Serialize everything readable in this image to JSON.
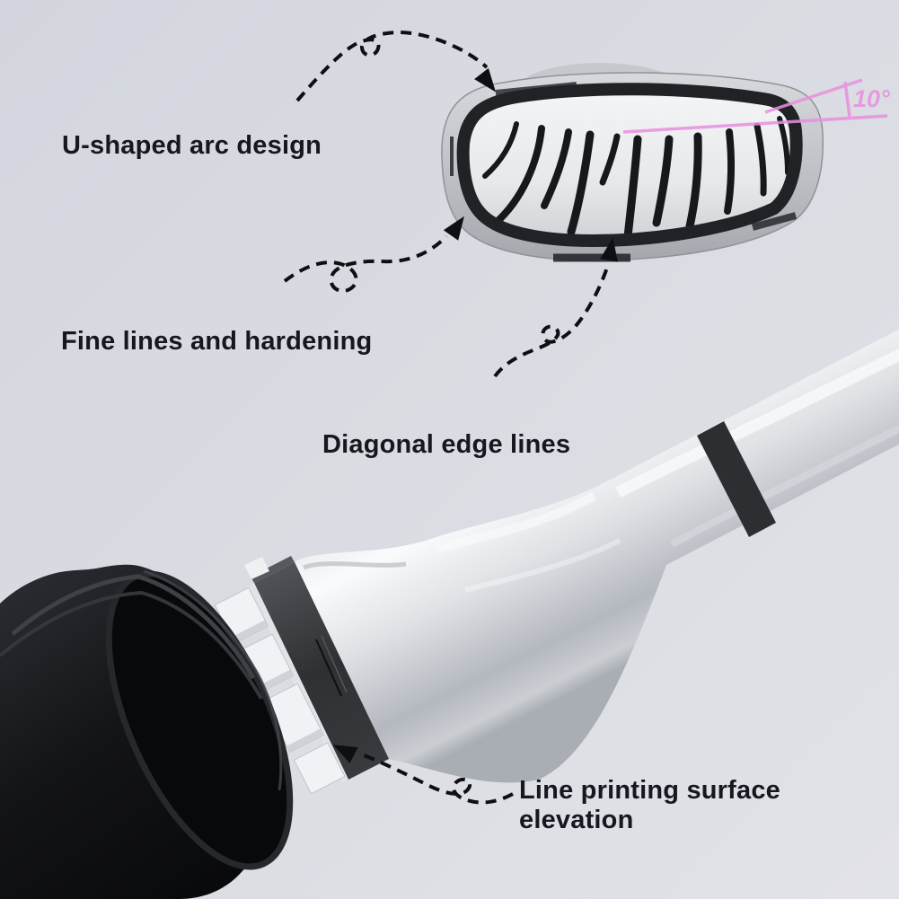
{
  "labels": {
    "u_shaped": "U-shaped arc design",
    "fine_lines": "Fine lines and hardening",
    "diagonal": "Diagonal edge lines",
    "printing_line1": "Line printing surface",
    "printing_line2": "elevation"
  },
  "annotation": {
    "angle": "10°",
    "color": "#e98fdf"
  },
  "style": {
    "label_color": "#16171f",
    "arrow_color": "#0e0f12",
    "background_top": "#d3d6de",
    "background_bottom": "#e2e3e8",
    "metal_light": "#f8f9fa",
    "metal_dark": "#aeb2b9",
    "rubber_black": "#202226",
    "cup_black": "#101114"
  }
}
